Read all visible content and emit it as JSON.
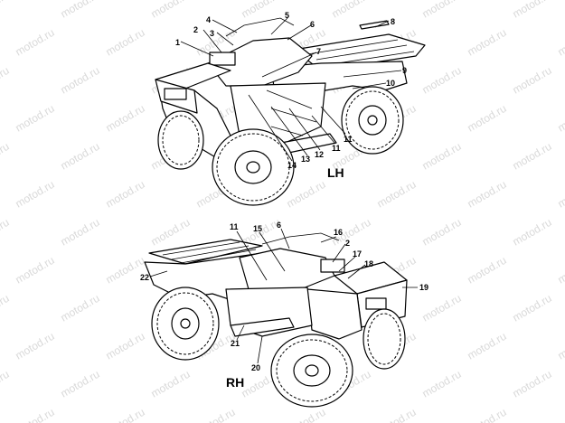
{
  "watermark": "motod.ru",
  "views": [
    {
      "label": "LH",
      "callouts": [
        "1",
        "2",
        "3",
        "4",
        "5",
        "6",
        "7",
        "8",
        "9",
        "10",
        "11",
        "12",
        "13",
        "14",
        "11"
      ]
    },
    {
      "label": "RH",
      "callouts": [
        "11",
        "15",
        "6",
        "16",
        "2",
        "17",
        "18",
        "19",
        "22",
        "21",
        "20"
      ]
    }
  ]
}
